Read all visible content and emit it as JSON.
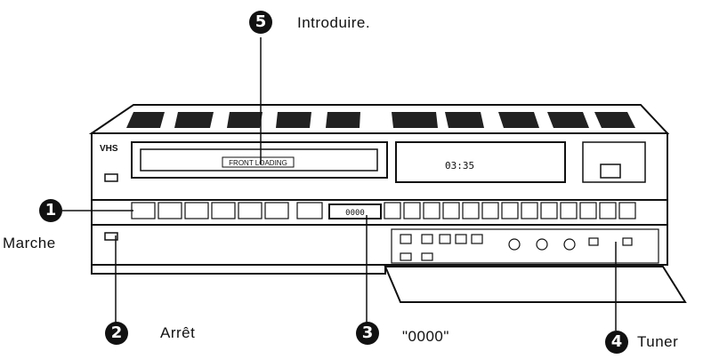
{
  "callouts": [
    {
      "num": "1",
      "label": "Marche"
    },
    {
      "num": "2",
      "label": "Arrêt"
    },
    {
      "num": "3",
      "label": "\"0000\""
    },
    {
      "num": "4",
      "label": "Tuner"
    },
    {
      "num": "5",
      "label": "Introduire."
    }
  ],
  "device": {
    "brand": "VHS",
    "slot_text": "FRONT LOADING",
    "display_text": "03:35",
    "counter_text": "0000"
  }
}
